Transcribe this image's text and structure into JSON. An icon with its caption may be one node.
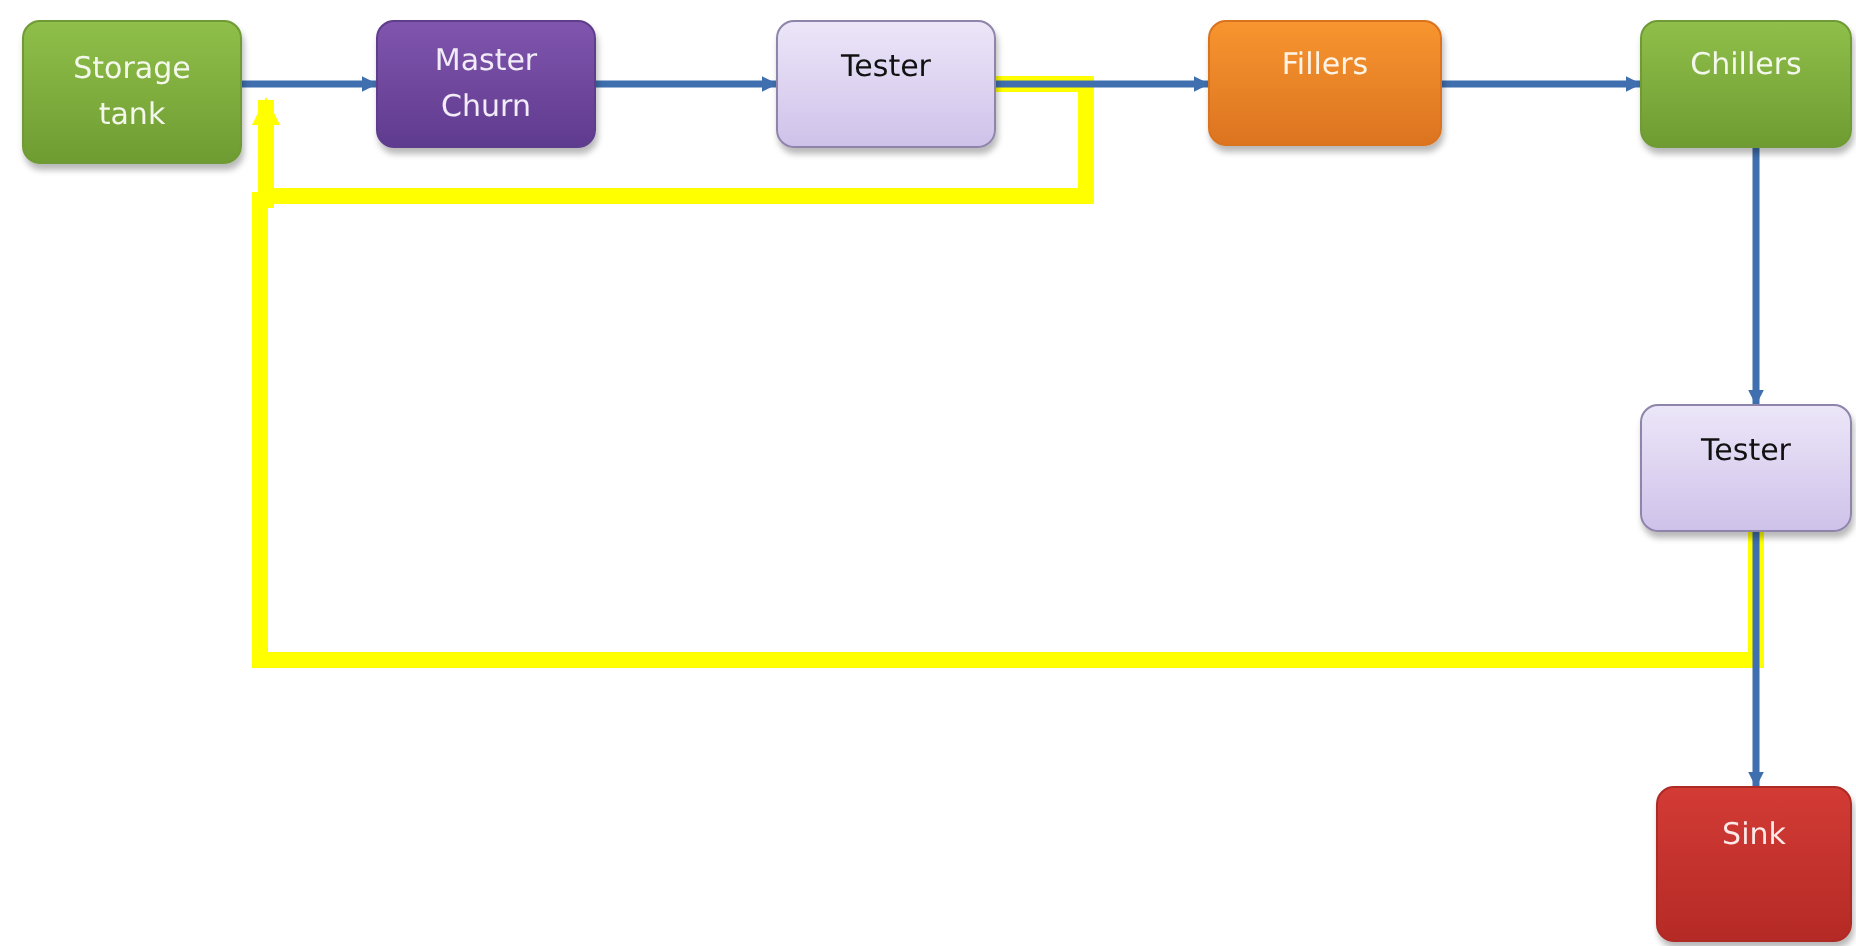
{
  "diagram": {
    "nodes": [
      {
        "text": [
          "Storage tank"
        ]
      },
      {
        "text": [
          "Master Churn"
        ]
      },
      {
        "text": [
          "Tester"
        ]
      },
      {
        "text": [
          "Fillers"
        ]
      },
      {
        "text": [
          "Chillers"
        ]
      },
      {
        "text": [
          "Tester"
        ]
      },
      {
        "text": [
          "Sink"
        ]
      }
    ],
    "edges": [
      {
        "from": 0,
        "to": 1,
        "arrow": "to"
      },
      {
        "from": 1,
        "to": 2,
        "arrow": "to"
      },
      {
        "from": 2,
        "to": 3,
        "arrow": "to"
      },
      {
        "from": 3,
        "to": 4,
        "arrow": "to"
      },
      {
        "from": 4,
        "to": 5,
        "arrow": "to"
      },
      {
        "from": 5,
        "to": 6,
        "arrow": "to"
      },
      {
        "from": 2,
        "to": 0,
        "arrow": "to",
        "style": "thick",
        "color": "#ffff00"
      },
      {
        "from": 5,
        "to": 0,
        "arrow": "to",
        "style": "thick",
        "color": "#ffff00"
      }
    ]
  }
}
